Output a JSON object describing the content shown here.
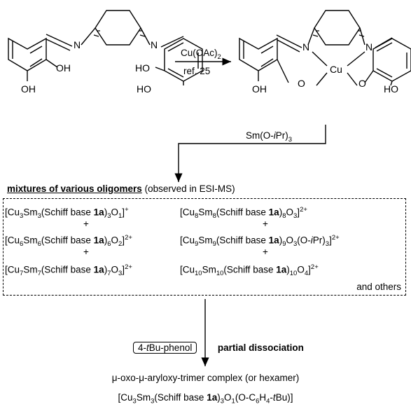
{
  "left_ligand": {
    "n1": "N",
    "n2": "N",
    "oh_left_1": "OH",
    "oh_left_2": "OH",
    "oh_right_1": "HO",
    "oh_right_2": "HO"
  },
  "right_complex": {
    "n1": "N",
    "n2": "N",
    "metal": "Cu",
    "o1": "O",
    "o2": "O",
    "oh_left": "OH",
    "oh_right": "HO"
  },
  "step1": {
    "reagent": "Cu(OAc)2",
    "reference": "ref. 25"
  },
  "step2": {
    "reagent": "Sm(O-iPr)3"
  },
  "oligomers": {
    "heading_bold": "mixtures of various oligomers",
    "heading_note": "(observed in ESI-MS)",
    "left_col": [
      "[Cu3Sm3(Schiff base 1a)3O1]+",
      "[Cu6Sm6(Schiff base 1a)6O2]2+",
      "[Cu7Sm7(Schiff base 1a)7O3]2+"
    ],
    "right_col": [
      "[Cu8Sm8(Schiff base 1a)8O3]2+",
      "[Cu9Sm9(Schiff base 1a)9O3(O-iPr)3]2+",
      "[Cu10Sm10(Schiff base 1a)10O4]2+"
    ],
    "plus": "+",
    "others": "and others"
  },
  "step3": {
    "reagent": "4-tBu-phenol",
    "label": "partial dissociation"
  },
  "product": {
    "line1": "μ-oxo-μ-aryloxy-trimer complex (or hexamer)",
    "line2": "[Cu3Sm3(Schiff base 1a)3O1(O-C6H4-tBu)]"
  }
}
